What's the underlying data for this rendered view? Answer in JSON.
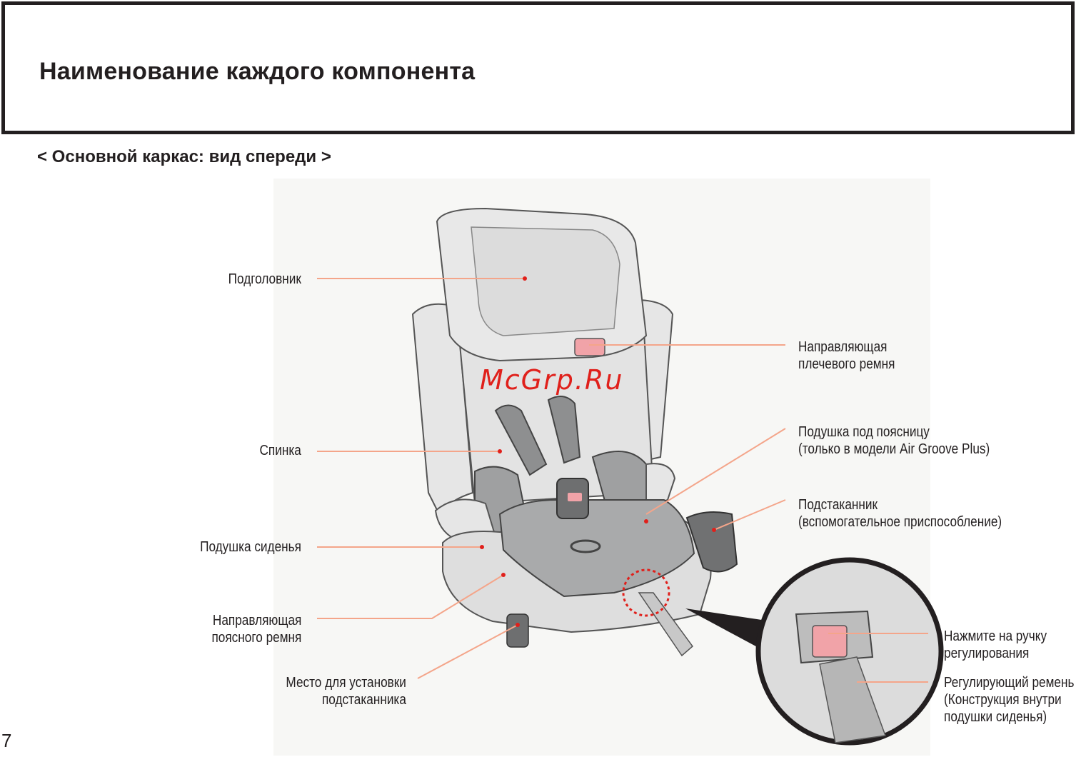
{
  "page": {
    "title": "Наименование каждого компонента",
    "subtitle": "< Основной каркас: вид спереди >",
    "page_number": "7",
    "watermark": "McGrp.Ru"
  },
  "labels": {
    "headrest": "Подголовник",
    "backrest": "Спинка",
    "seat_cushion": "Подушка сиденья",
    "lap_belt_guide": [
      "Направляющая",
      "поясного ремня"
    ],
    "cupholder_mount": [
      "Место для установки",
      "подстаканника"
    ],
    "shoulder_belt_guide": [
      "Направляющая",
      "плечевого ремня"
    ],
    "lumbar_cushion": [
      "Подушка под поясницу",
      "(только в модели Air Groove Plus)"
    ],
    "cupholder": [
      "Подстаканник",
      "(вспомогательное приспособление)"
    ],
    "adjust_handle": [
      "Нажмите на ручку",
      "регулирования"
    ],
    "adjust_strap": [
      "Регулирующий ремень",
      "(Конструкция внутри",
      "подушки сиденья)"
    ]
  },
  "colors": {
    "leader_line": "#f4a58a",
    "accent_pink": "#f1a3a8",
    "seat_light": "#e3e3e3",
    "seat_mid": "#a9aaab",
    "seat_dark": "#6e6f70",
    "outline": "#231f20"
  }
}
